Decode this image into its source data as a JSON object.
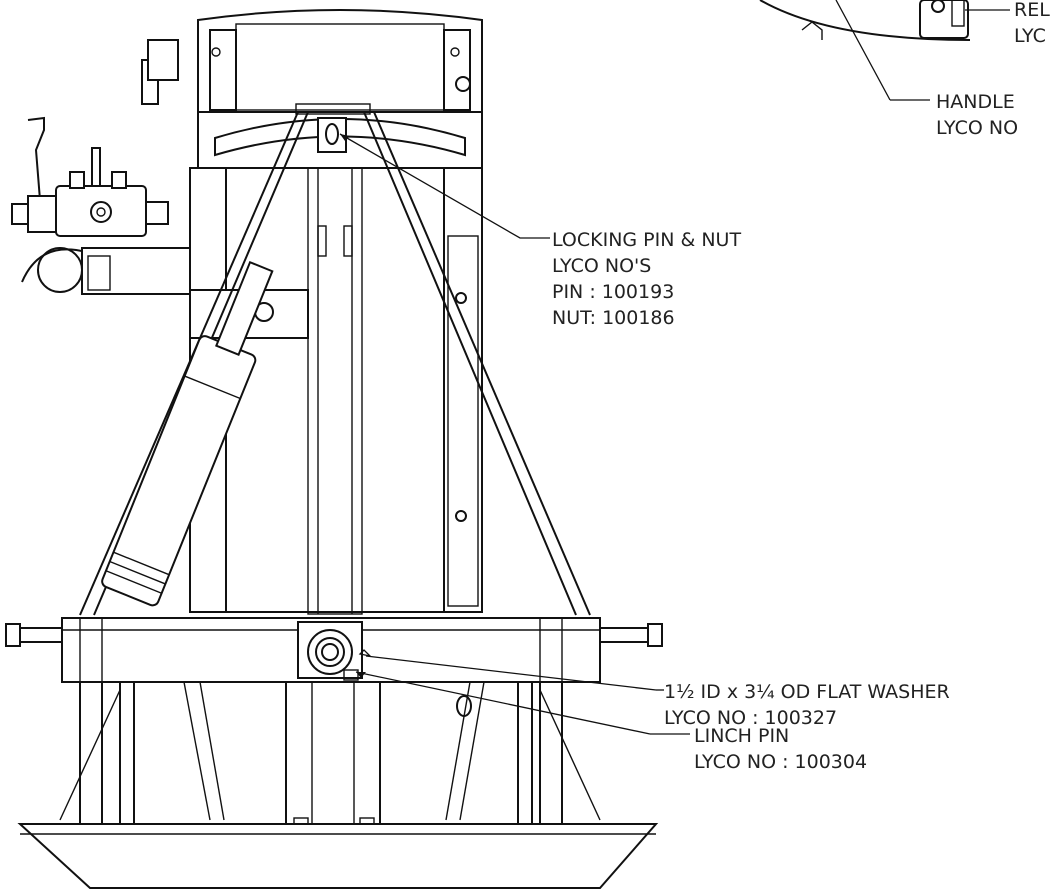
{
  "callouts": {
    "relief": {
      "line1": "REL",
      "line2": "LYC"
    },
    "handle": {
      "line1": "HANDLE",
      "line2": "LYCO NO"
    },
    "locking_pin": {
      "line1": "LOCKING PIN & NUT",
      "line2": "LYCO NO'S",
      "line3": "PIN : 100193",
      "line4": "NUT: 100186"
    },
    "washer": {
      "line1": "1½ ID x 3¼ OD FLAT WASHER",
      "line2": "LYCO NO : 100327"
    },
    "linch_pin": {
      "line1": "LINCH PIN",
      "line2": "LYCO NO : 100304"
    }
  }
}
